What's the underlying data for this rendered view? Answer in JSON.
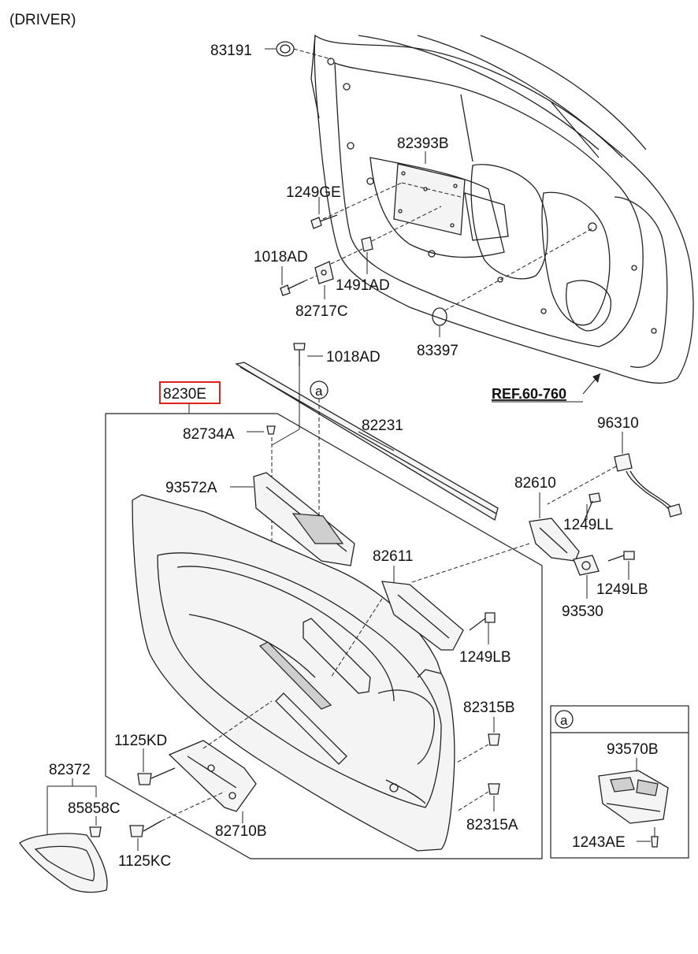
{
  "header": {
    "variant": "(DRIVER)"
  },
  "parts": {
    "p83191": "83191",
    "p82393B": "82393B",
    "p1249GE": "1249GE",
    "p1018AD_top": "1018AD",
    "p1491AD": "1491AD",
    "p82717C": "82717C",
    "p83397": "83397",
    "p1018AD_mid": "1018AD",
    "p8230E": "8230E",
    "pCircleA": "a",
    "p82734A": "82734A",
    "p82231": "82231",
    "p93572A": "93572A",
    "p96310": "96310",
    "p82610": "82610",
    "p1249LL": "1249LL",
    "p82611": "82611",
    "p1249LB_right": "1249LB",
    "p93530": "93530",
    "p1249LB_mid": "1249LB",
    "p82315B": "82315B",
    "p82315A": "82315A",
    "p1125KD": "1125KD",
    "p82372": "82372",
    "p85858C": "85858C",
    "p82710B": "82710B",
    "p1125KC": "1125KC"
  },
  "reference": {
    "label": "REF.60-760"
  },
  "inset": {
    "badge": "a",
    "part_switch": "93570B",
    "part_screw": "1243AE"
  },
  "highlight_color": "#e0201a"
}
